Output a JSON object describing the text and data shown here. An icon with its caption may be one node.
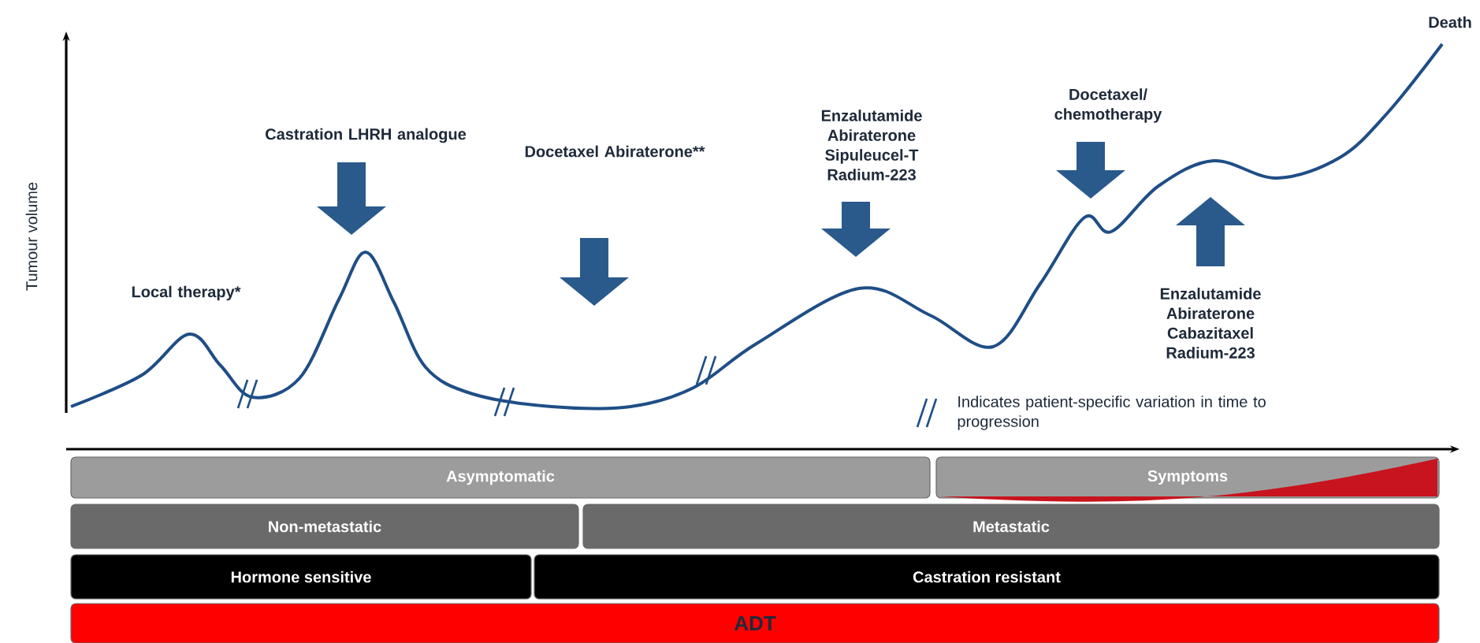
{
  "diagram": {
    "nodes": [
      {
        "text": [
          "Asymptomatic"
        ]
      },
      {
        "text": [
          "Symptoms"
        ]
      },
      {
        "text": [
          "Non-metastatic"
        ]
      },
      {
        "text": [
          "Metastatic"
        ]
      },
      {
        "text": [
          "Hormone sensitive"
        ]
      },
      {
        "text": [
          "Castration resistant"
        ]
      },
      {
        "text": [
          "ADT"
        ]
      }
    ],
    "labels": [
      "Tumour volume",
      "Local therapy*",
      "Castration LHRH analogue",
      "Docetaxel Abiraterone**",
      "Enzalutamide Abiraterone Sipuleucel-T Radium-223",
      "Docetaxel/ chemotherapy",
      "Death",
      "Enzalutamide Abiraterone Cabazitaxel Radium-223"
    ],
    "legend": [
      {
        "text": "Indicates patient-specific variation in time to progression"
      }
    ]
  }
}
